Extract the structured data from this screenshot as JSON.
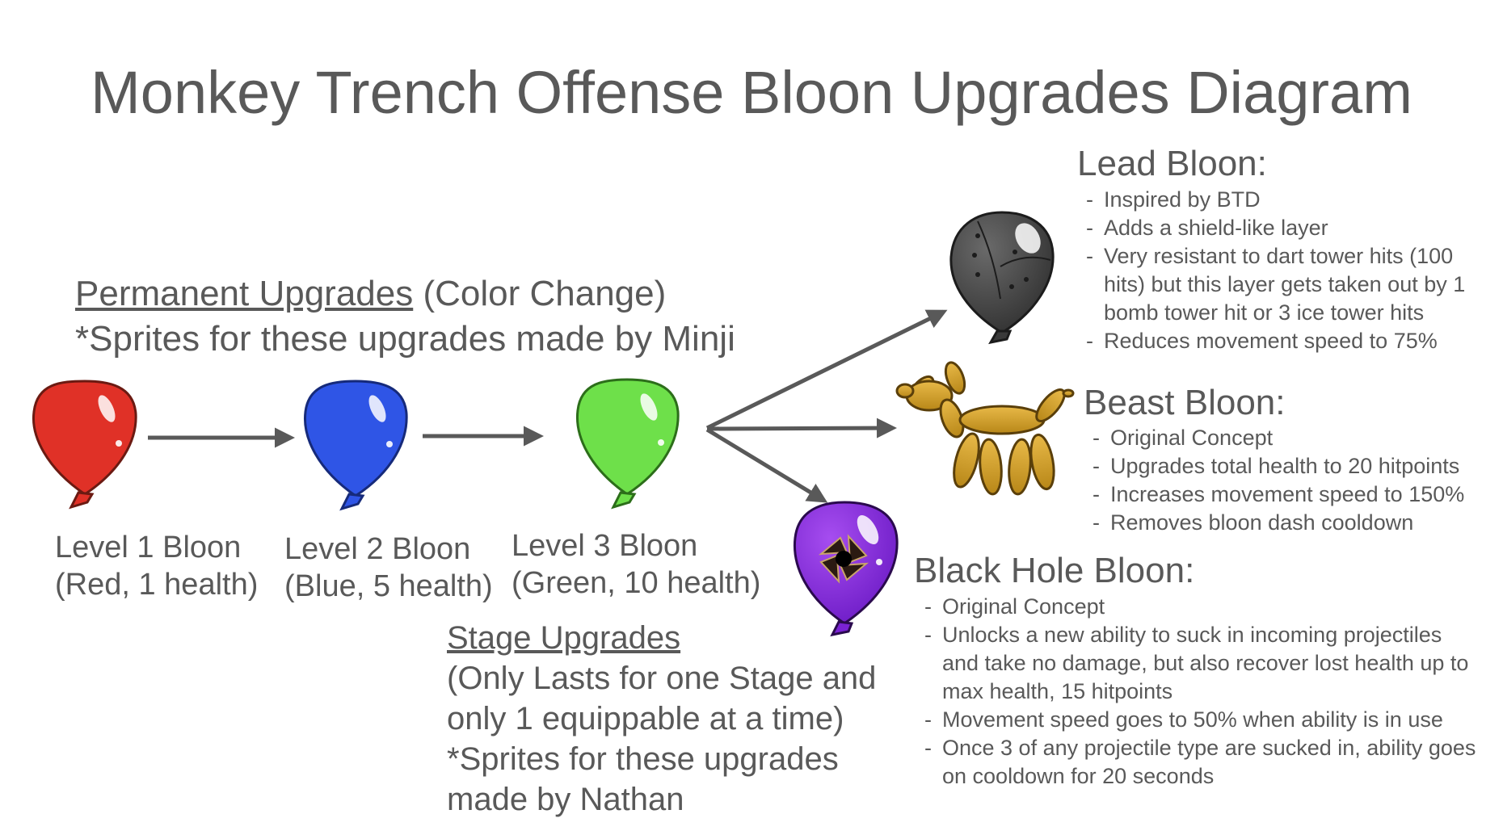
{
  "title": "Monkey Trench Offense Bloon Upgrades Diagram",
  "permanent": {
    "heading": "Permanent Upgrades",
    "heading_suffix": " (Color Change)",
    "credit": "*Sprites for these upgrades made by Minji"
  },
  "levels": [
    {
      "name": "Level 1 Bloon",
      "detail": "(Red, 1 health)",
      "color": "#e03127"
    },
    {
      "name": "Level 2 Bloon",
      "detail": "(Blue, 5 health)",
      "color": "#2f55e6"
    },
    {
      "name": "Level 3 Bloon",
      "detail": "(Green, 10 health)",
      "color": "#6ee04a"
    }
  ],
  "stage": {
    "heading": "Stage Upgrades",
    "line1": "(Only Lasts for one Stage and",
    "line2": "only 1 equippable at a time)",
    "line3": "*Sprites for these upgrades",
    "line4": "made by Nathan"
  },
  "lead": {
    "title": "Lead Bloon:",
    "color": "#4a4a4a",
    "bullets": [
      "Inspired by BTD",
      "Adds a shield-like layer",
      "Very resistant to dart tower hits (100 hits) but this layer gets taken out by 1 bomb tower hit or 3 ice tower hits",
      "Reduces movement speed to 75%"
    ]
  },
  "beast": {
    "title": "Beast Bloon:",
    "color": "#d9a62e",
    "bullets": [
      "Original Concept",
      "Upgrades total health to 20 hitpoints",
      "Increases movement speed to 150%",
      "Removes bloon dash cooldown"
    ]
  },
  "blackhole": {
    "title": "Black Hole Bloon:",
    "color": "#8a2be2",
    "bullets": [
      "Original Concept",
      "Unlocks a new ability to suck in incoming projectiles and take no damage, but also recover lost health up to max health, 15 hitpoints",
      "Movement speed goes to 50% when ability is in use",
      "Once 3 of any projectile type are sucked in, ability goes on cooldown for 20 seconds"
    ]
  },
  "arrow_color": "#595959"
}
